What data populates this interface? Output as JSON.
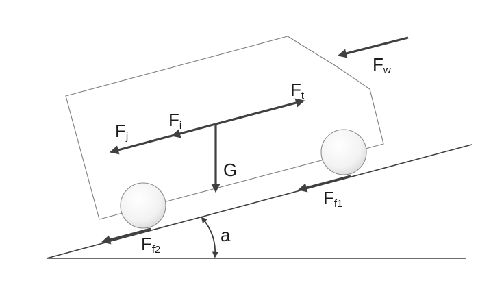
{
  "forces": {
    "wind": {
      "main": "F",
      "sub": "w"
    },
    "traction": {
      "main": "F",
      "sub": "t"
    },
    "inertia": {
      "main": "F",
      "sub": "i"
    },
    "acceleration": {
      "main": "F",
      "sub": "j"
    },
    "gravity": {
      "main": "G",
      "sub": ""
    },
    "rear_friction": {
      "main": "F",
      "sub": "f2"
    },
    "front_friction": {
      "main": "F",
      "sub": "f1"
    }
  },
  "angle_label": "a",
  "colors": {
    "force_arrow": "#404040",
    "vehicle_outline": "#7f7f7f",
    "ground_line": "#3f3f3f",
    "text": "#1a1a1a"
  }
}
